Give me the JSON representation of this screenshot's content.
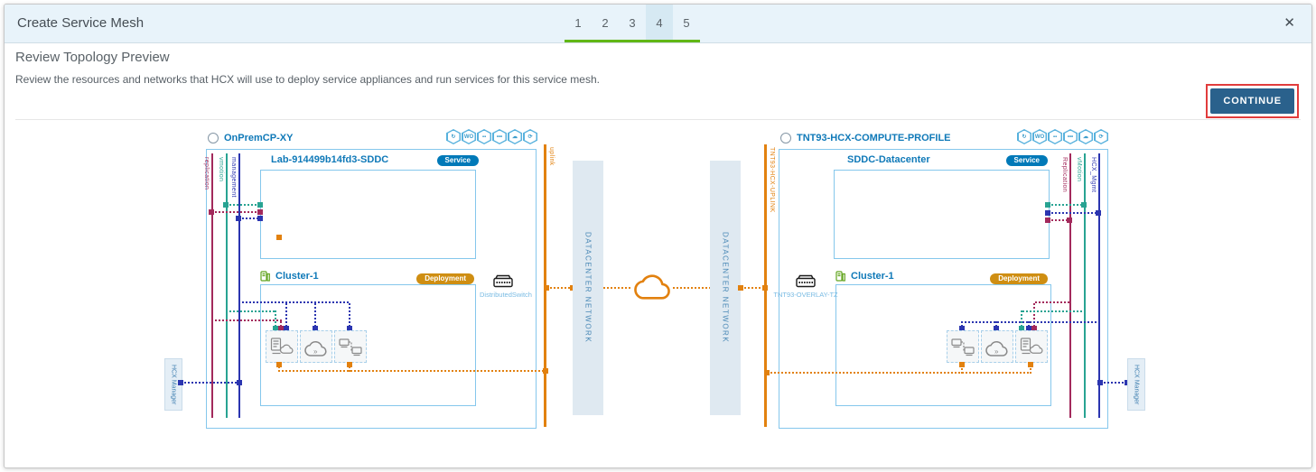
{
  "dialog": {
    "title": "Create Service Mesh",
    "close": "✕",
    "steps": [
      "1",
      "2",
      "3",
      "4",
      "5"
    ],
    "active_step": "4"
  },
  "wizard": {
    "heading": "Review Topology Preview",
    "description": "Review the resources and networks that HCX will use to deploy service appliances and run services for this service mesh.",
    "continue_label": "CONTINUE"
  },
  "topology": {
    "service_icons": [
      {
        "name": "hcx-interconnect",
        "glyph": "↻"
      },
      {
        "name": "wan-optimization",
        "glyph": "WO"
      },
      {
        "name": "network-extension",
        "glyph": "▪▪"
      },
      {
        "name": "bulk-migration",
        "glyph": "•••"
      },
      {
        "name": "disaster-recovery",
        "glyph": "☁"
      },
      {
        "name": "os-assisted-migration",
        "glyph": "⟳"
      }
    ],
    "left": {
      "profile_name": "OnPremCP-XY",
      "service_box": {
        "title": "Lab-914499b14fd3-SDDC",
        "badge": "Service"
      },
      "cluster_box": {
        "title": "Cluster-1",
        "badge": "Deployment"
      },
      "networks": [
        {
          "label": "replication",
          "color": "#a32a5c"
        },
        {
          "label": "vmotion",
          "color": "#28a392"
        },
        {
          "label": "management",
          "color": "#2b35b0"
        }
      ],
      "uplink_label": "uplink",
      "switch_label": "DistributedSwitch",
      "manager_label": "HCX Manager"
    },
    "center": {
      "left_bar_label": "DATACENTER NETWORK",
      "right_bar_label": "DATACENTER NETWORK"
    },
    "right": {
      "profile_name": "TNT93-HCX-COMPUTE-PROFILE",
      "service_box": {
        "title": "SDDC-Datacenter",
        "badge": "Service"
      },
      "cluster_box": {
        "title": "Cluster-1",
        "badge": "Deployment"
      },
      "networks": [
        {
          "label": "Replication",
          "color": "#a32a5c"
        },
        {
          "label": "vMotion",
          "color": "#28a392"
        },
        {
          "label": "HCX_Mgmt",
          "color": "#2b35b0"
        }
      ],
      "uplink_label": "TNT93-HCX-UPLINK",
      "switch_label": "TNT93-OVERLAY-TZ",
      "manager_label": "HCX Manager"
    },
    "colors": {
      "replication": "#a32a5c",
      "vmotion": "#28a392",
      "management": "#2b35b0",
      "uplink": "#e2810f",
      "service_badge": "#0079b8",
      "deployment_badge": "#cf8e12",
      "box_border": "#85c7ec",
      "progress_green": "#61b715",
      "continue_button": "#2a618c",
      "annotation_red": "#e13c3c"
    }
  }
}
